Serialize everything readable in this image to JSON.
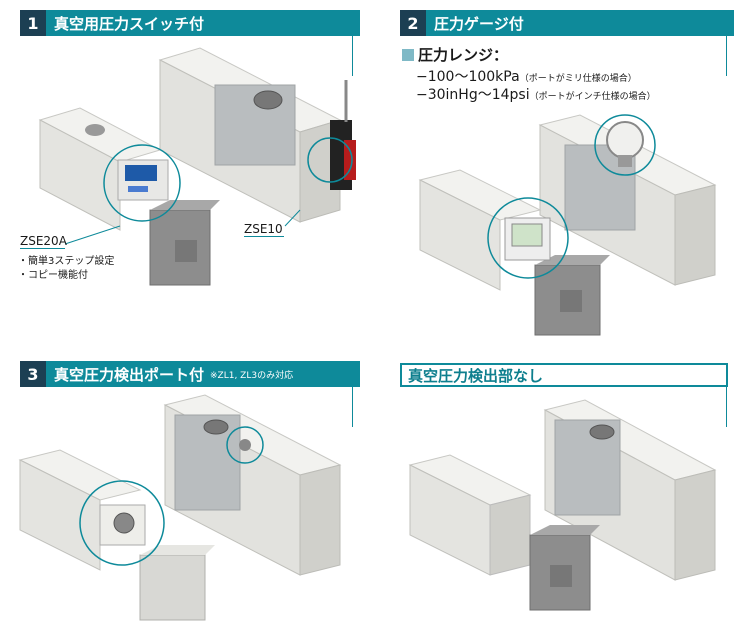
{
  "panels": [
    {
      "number": "1",
      "title": "真空用圧力スイッチ付",
      "labels": {
        "zse20a": "ZSE20A",
        "zse10": "ZSE10",
        "bullet1": "・簡単3ステップ設定",
        "bullet2": "・コピー機能付"
      }
    },
    {
      "number": "2",
      "title": "圧力ゲージ付",
      "range_title": "圧力レンジ：",
      "range_line1": "−100〜100kPa",
      "range_note1": "（ポートがミリ仕様の場合）",
      "range_line2": "−30inHg〜14psi",
      "range_note2": "（ポートがインチ仕様の場合）"
    },
    {
      "number": "3",
      "title": "真空圧力検出ポート付",
      "note": "※ZL1, ZL3のみ対応"
    },
    {
      "title": "真空圧力検出部なし"
    }
  ],
  "colors": {
    "accent": "#0e8a9a",
    "number_bg": "#1c3f53",
    "product_body": "#e4e4e0",
    "product_metal": "#b8bcbe",
    "product_dark": "#8c8c8c"
  }
}
